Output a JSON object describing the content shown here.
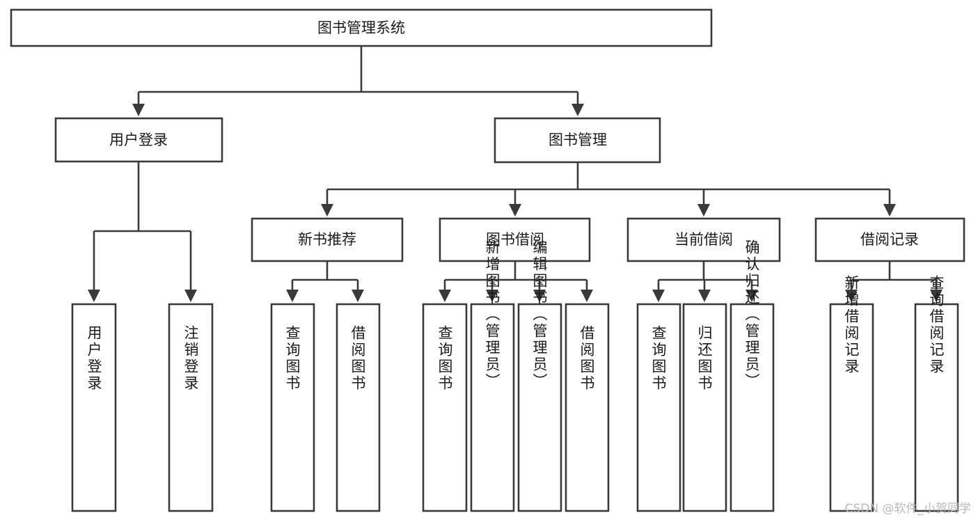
{
  "diagram": {
    "type": "tree-hierarchy",
    "title": "图书管理系统",
    "watermark": "CSDN @软件_小贺同学",
    "colors": {
      "stroke": "#3a3a3a",
      "fill": "#ffffff",
      "text": "#1a1a1a",
      "watermark": "#b9b9b9"
    },
    "levels": {
      "root": {
        "label": "图书管理系统"
      },
      "level2": [
        {
          "label": "用户登录"
        },
        {
          "label": "图书管理"
        }
      ],
      "level3": [
        {
          "label": "新书推荐"
        },
        {
          "label": "图书借阅"
        },
        {
          "label": "当前借阅"
        },
        {
          "label": "借阅记录"
        }
      ]
    },
    "nodes": {
      "root": "图书管理系统",
      "user_login": "用户登录",
      "book_manage": "图书管理",
      "new_book_rec": "新书推荐",
      "book_borrow": "图书借阅",
      "current_borrow": "当前借阅",
      "borrow_record": "借阅记录",
      "leaf_user_login": "用户登录",
      "leaf_user_logout": "注销登录",
      "leaf_rec_query": "查询图书",
      "leaf_rec_borrow": "借阅图书",
      "leaf_borrow_query": "查询图书",
      "leaf_borrow_add": "新增图书（管理员）",
      "leaf_borrow_edit": "编辑图书（管理员）",
      "leaf_borrow_lend": "借阅图书",
      "leaf_current_query": "查询图书",
      "leaf_current_return": "归还图书",
      "leaf_current_confirm": "确认归还（管理员）",
      "leaf_record_add": "新增借阅记录",
      "leaf_record_query": "查询借阅记录"
    },
    "edges": [
      {
        "from": "图书管理系统",
        "to": "用户登录"
      },
      {
        "from": "图书管理系统",
        "to": "图书管理"
      },
      {
        "from": "用户登录",
        "to": "用户登录"
      },
      {
        "from": "用户登录",
        "to": "注销登录"
      },
      {
        "from": "图书管理",
        "to": "新书推荐"
      },
      {
        "from": "图书管理",
        "to": "图书借阅"
      },
      {
        "from": "图书管理",
        "to": "当前借阅"
      },
      {
        "from": "图书管理",
        "to": "借阅记录"
      },
      {
        "from": "新书推荐",
        "to": "查询图书"
      },
      {
        "from": "新书推荐",
        "to": "借阅图书"
      },
      {
        "from": "图书借阅",
        "to": "查询图书"
      },
      {
        "from": "图书借阅",
        "to": "新增图书（管理员）"
      },
      {
        "from": "图书借阅",
        "to": "编辑图书（管理员）"
      },
      {
        "from": "图书借阅",
        "to": "借阅图书"
      },
      {
        "from": "当前借阅",
        "to": "查询图书"
      },
      {
        "from": "当前借阅",
        "to": "归还图书"
      },
      {
        "from": "当前借阅",
        "to": "确认归还（管理员）"
      },
      {
        "from": "借阅记录",
        "to": "新增借阅记录"
      },
      {
        "from": "借阅记录",
        "to": "查询借阅记录"
      }
    ]
  }
}
